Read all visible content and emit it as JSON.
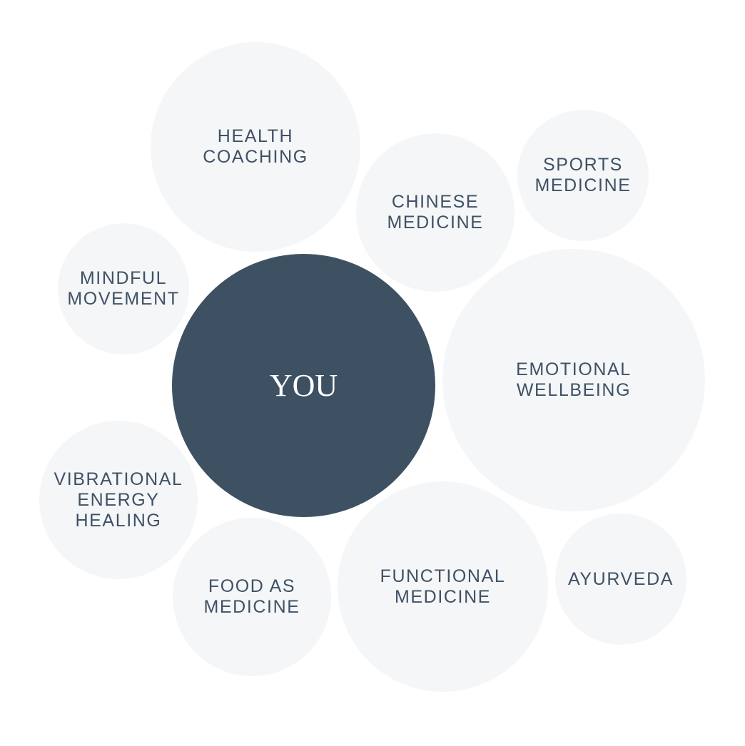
{
  "diagram": {
    "center": {
      "label": "YOU"
    },
    "nodes": [
      {
        "id": "health-coaching",
        "label": "HEALTH\nCOACHING"
      },
      {
        "id": "chinese-medicine",
        "label": "CHINESE\nMEDICINE"
      },
      {
        "id": "sports-medicine",
        "label": "SPORTS\nMEDICINE"
      },
      {
        "id": "mindful-movement",
        "label": "MINDFUL\nMOVEMENT"
      },
      {
        "id": "emotional-wellbeing",
        "label": "EMOTIONAL\nWELLBEING"
      },
      {
        "id": "vibrational-energy-healing",
        "label": "VIBRATIONAL\nENERGY\nHEALING"
      },
      {
        "id": "food-as-medicine",
        "label": "FOOD AS\nMEDICINE"
      },
      {
        "id": "functional-medicine",
        "label": "FUNCTIONAL\nMEDICINE"
      },
      {
        "id": "ayurveda",
        "label": "AYURVEDA"
      }
    ],
    "colors": {
      "center_fill": "#3e5163",
      "center_text": "#ffffff",
      "node_fill": "#f5f6f8",
      "node_text": "#3f5164"
    }
  }
}
